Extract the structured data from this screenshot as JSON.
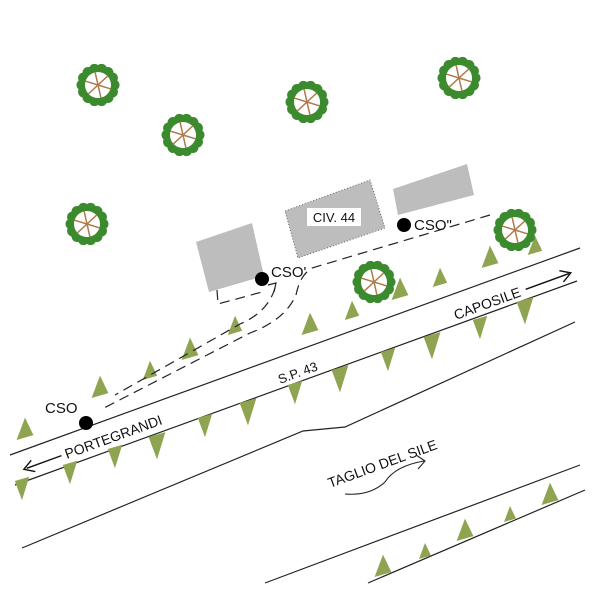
{
  "labels": {
    "building": "CIV. 44",
    "cso": "CSO",
    "cso_prime": "CSO'",
    "cso_double_prime": "CSO\"",
    "road": "S.P. 43",
    "direction_left": "PORTEGRANDI",
    "direction_right": "CAPOSILE",
    "canal": "TAGLIO DEL SILE"
  },
  "colors": {
    "building": "#bdbdbd",
    "embankment": "#8fa451",
    "tree_foliage": "#3c8a2e",
    "tree_trunk": "#b07a4a",
    "point": "#000000",
    "line": "#222222"
  }
}
